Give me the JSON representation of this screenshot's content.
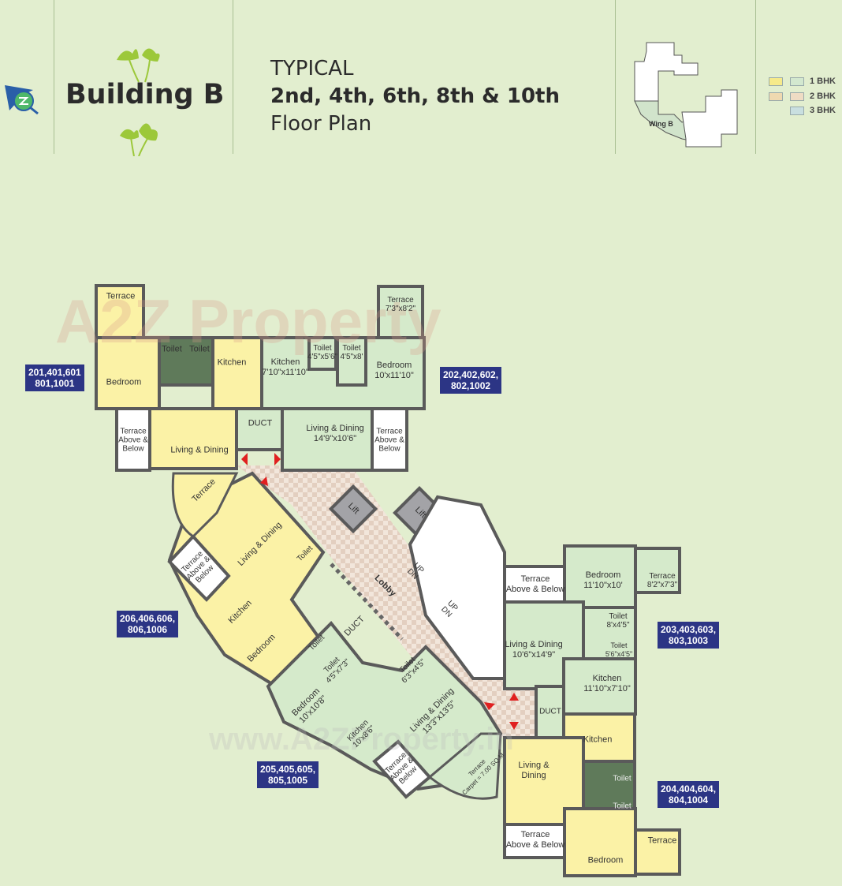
{
  "header": {
    "title": "Building B",
    "subtitle_line1": "TYPICAL",
    "subtitle_line2": "2nd, 4th, 6th, 8th & 10th",
    "subtitle_line3": "Floor Plan",
    "key_plan_label": "Wing B"
  },
  "legend": {
    "items": [
      {
        "label": "1 BHK",
        "colors": [
          "#f6ea8a",
          "#d3e8cf"
        ]
      },
      {
        "label": "2 BHK",
        "colors": [
          "#efd9b0",
          "#efdcc4"
        ]
      },
      {
        "label": "3 BHK",
        "colors": [
          "#c9dfe0"
        ]
      }
    ]
  },
  "colors": {
    "one_bhk": "#fbf2a6",
    "two_bhk": "#d5eacb",
    "wall": "#5a5a5a",
    "flag": "#2c3585",
    "arrow": "#e02020"
  },
  "watermark": {
    "top": "A2Z Property",
    "bottom": "www.A2ZProperty.in"
  },
  "flags": {
    "f1": "201,401,601\n801,1001",
    "f2": "202,402,602,\n802,1002",
    "f3": "206,406,606,\n806,1006",
    "f4": "203,403,603,\n803,1003",
    "f5": "205,405,605,\n805,1005",
    "f6": "204,404,604,\n804,1004"
  },
  "rooms": {
    "u1_terrace": "Terrace",
    "u1_bedroom": "Bedroom",
    "u1_toilet1": "Toilet",
    "u1_toilet2": "Toilet",
    "u1_kitchen": "Kitchen",
    "u1_terrace_ab": "Terrace\nAbove &\nBelow",
    "u1_living": "Living & Dining",
    "u2_kitchen": "Kitchen\n7'10\"x11'10\"",
    "u2_toilet1": "Toilet\n4'5\"x5'6\"",
    "u2_toilet2": "Toilet\n4'5\"x8'",
    "u2_bedroom": "Bedroom\n10'x11'10\"",
    "u2_terrace": "Terrace\n7'3\"x8'2\"",
    "u2_living": "Living & Dining\n14'9\"x10'6\"",
    "u2_terrace_ab": "Terrace\nAbove &\nBelow",
    "duct_top": "DUCT",
    "lift1": "Lift",
    "lift2": "Lift",
    "lobby": "Lobby",
    "stair1": "UP\nDN",
    "stair2": "UP\nDN",
    "u6_terrace": "Terrace",
    "u6_living": "Living & Dining",
    "u6_terrace_ab": "Terrace\nAbove &\nBelow",
    "u6_toilet": "Toilet",
    "u6_kitchen": "Kitchen",
    "u6_bedroom": "Bedroom",
    "u6_toilet2": "Toilet",
    "duct_mid": "DUCT",
    "u5_toilet1": "Toilet\n4'5\"x7'3\"",
    "u5_toilet2": "Toilet\n6'3\"x4'5\"",
    "u5_bedroom": "Bedroom\n10'x10'8\"",
    "u5_kitchen": "Kitchen\n10'x8'6\"",
    "u5_living": "Living & Dining\n13'3\"x13'5\"",
    "u5_terrace_ab": "Terrace\nAbove &\nBelow",
    "u5_terrace": "Terrace\nCarpet = 7.00 SQ.M",
    "u3_terrace_ab": "Terrace\nAbove & Below",
    "u3_bedroom": "Bedroom\n11'10\"x10'",
    "u3_terrace": "Terrace\n8'2\"x7'3\"",
    "u3_toilet1": "Toilet\n8'x4'5\"",
    "u3_toilet2": "Toilet\n5'6\"x4'5\"",
    "u3_living": "Living & Dining\n10'6\"x14'9\"",
    "u3_kitchen": "Kitchen\n11'10\"x7'10\"",
    "duct_right": "DUCT",
    "u4_kitchen": "Kitchen",
    "u4_living": "Living &\nDining",
    "u4_toilet1": "Toilet",
    "u4_toilet2": "Toilet",
    "u4_terrace_ab": "Terrace\nAbove & Below",
    "u4_bedroom": "Bedroom",
    "u4_terrace": "Terrace"
  }
}
